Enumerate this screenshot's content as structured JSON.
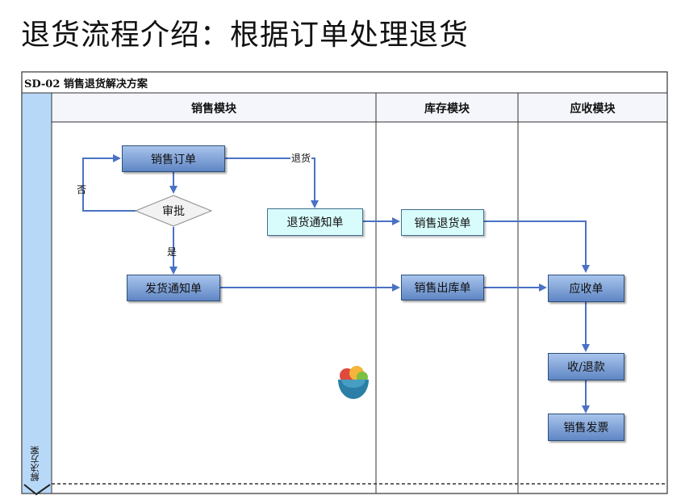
{
  "title": "退货流程介绍：根据订单处理退货",
  "diagram": {
    "header": "SD-02 销售退货解决方案",
    "lane_label": "解决方案",
    "columns": [
      "销售模块",
      "库存模块",
      "应收模块"
    ],
    "nodes": {
      "sales_order": "销售订单",
      "approve": "审批",
      "return_notice": "退货通知单",
      "delivery_notice": "发货通知单",
      "sales_return": "销售退货单",
      "sales_outbound": "销售出库单",
      "receivable": "应收单",
      "receipt_refund": "收/退款",
      "sales_invoice": "销售发票"
    },
    "edge_labels": {
      "return": "退货",
      "no": "否",
      "yes": "是"
    },
    "colors": {
      "header_fill": "#b8d8f7",
      "lane_fill": "#b8d8f7",
      "node_blue": "#7a9fd6",
      "node_cyan": "#d8fbfb",
      "arrow": "#4a72c4"
    }
  }
}
